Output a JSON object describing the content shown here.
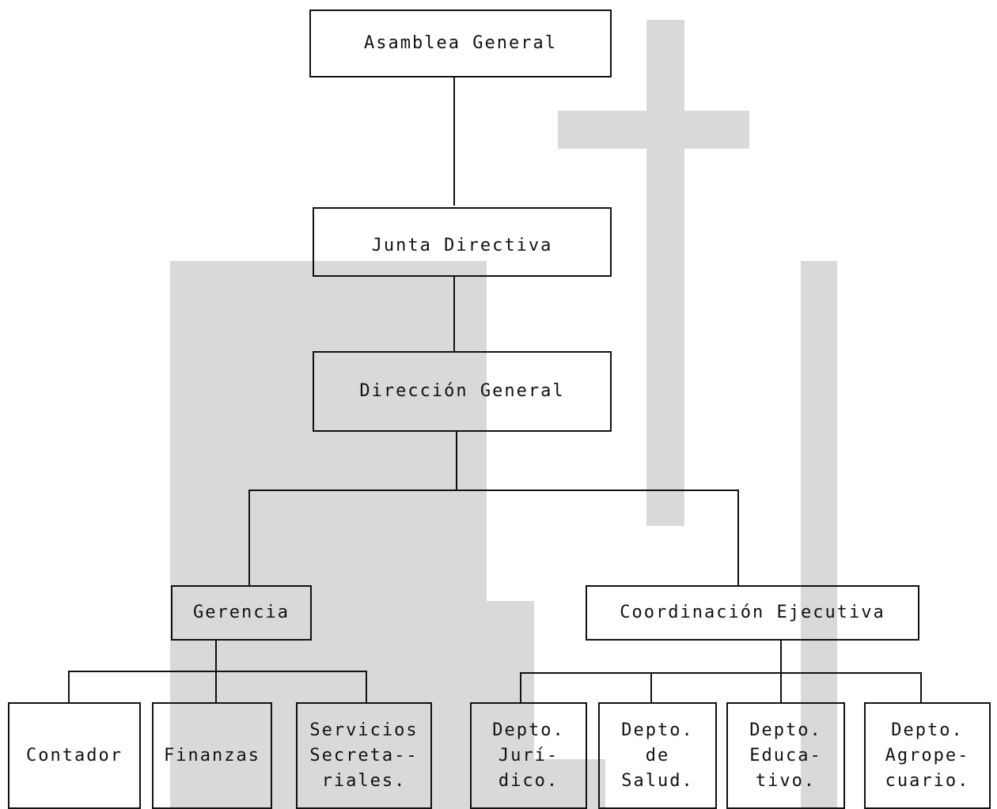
{
  "org_chart": {
    "asamblea": "Asamblea General",
    "junta": "Junta Directiva",
    "direccion": "Dirección General",
    "gerencia": "Gerencia",
    "coordinacion": "Coordinación Ejecutiva",
    "gerencia_units": [
      "Contador",
      "Finanzas",
      "Servicios\nSecreta--\nriales."
    ],
    "coordinacion_units": [
      "Depto.\nJurí-\ndico.",
      "Depto.\nde\nSalud.",
      "Depto.\nEduca-\ntivo.",
      "Depto.\nAgrope-\ncuario."
    ]
  },
  "colors": {
    "line": "#111111",
    "watermark": "#d9d9d9"
  }
}
